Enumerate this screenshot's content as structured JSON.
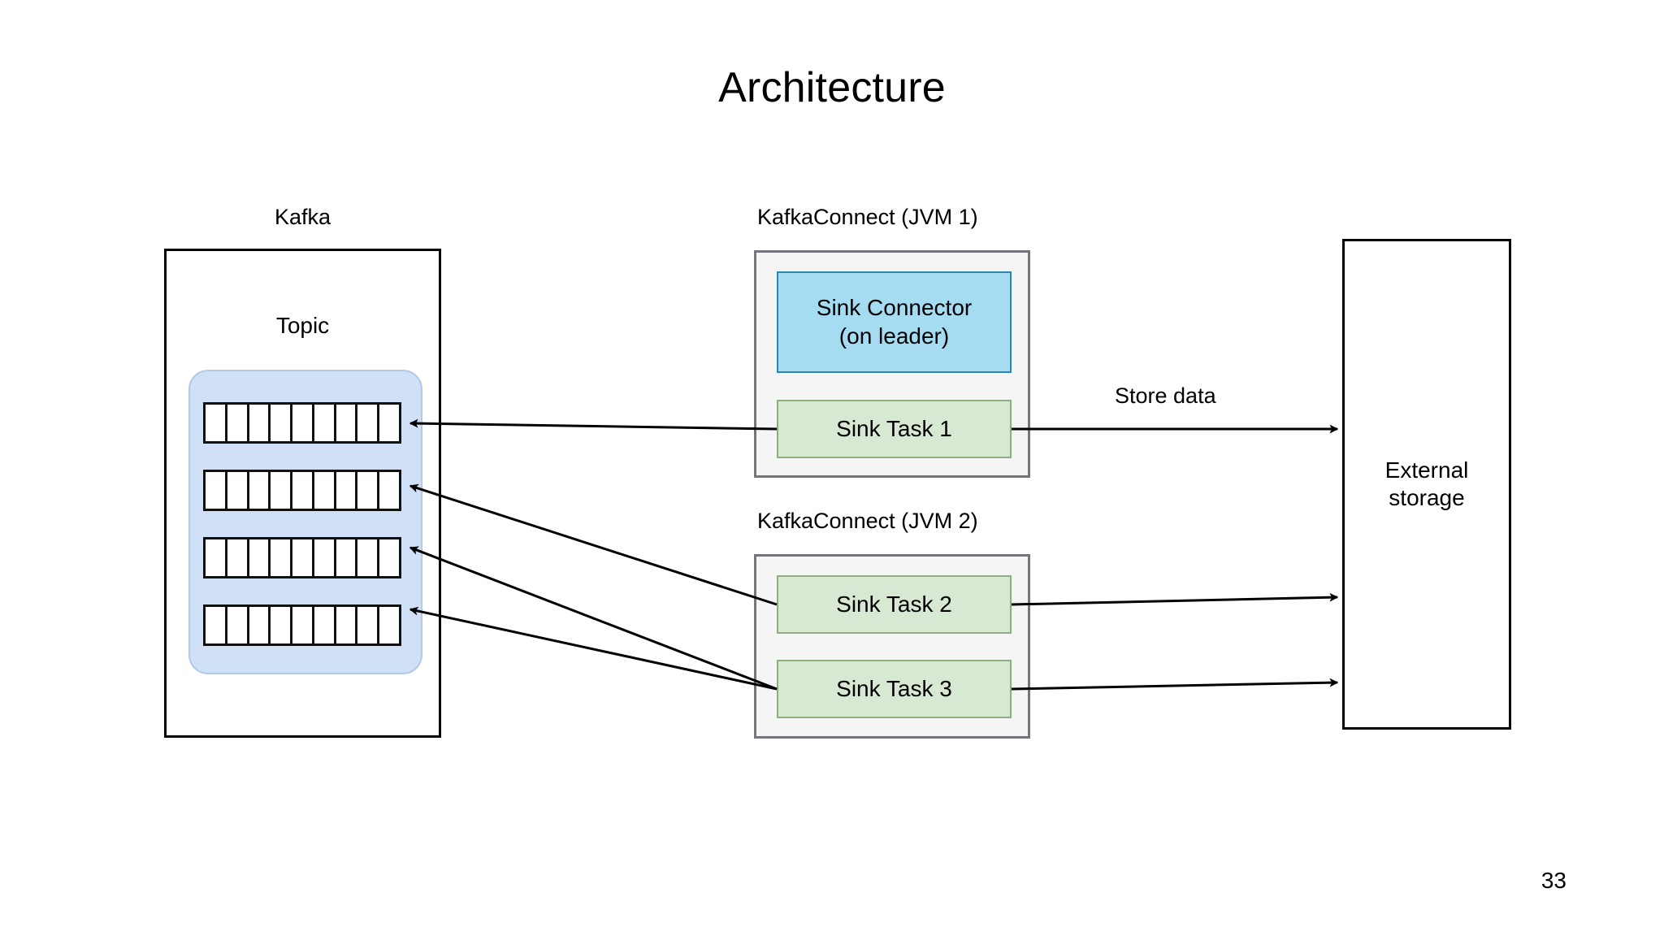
{
  "slide": {
    "title": "Architecture",
    "page_number": "33",
    "background_color": "#ffffff"
  },
  "kafka": {
    "caption": "Kafka",
    "topic_label": "Topic",
    "topic_fill": "#cfe0f7",
    "partition_count": 4,
    "cells_per_partition": 9,
    "partitions": [
      {
        "name": "partition-0"
      },
      {
        "name": "partition-1"
      },
      {
        "name": "partition-2"
      },
      {
        "name": "partition-3"
      }
    ]
  },
  "jvm1": {
    "caption": "KafkaConnect (JVM 1)",
    "container_fill": "#f5f5f5",
    "container_border": "#73777c",
    "connector": {
      "line1": "Sink Connector",
      "line2": "(on leader)",
      "fill": "#a6dcf2",
      "border": "#2a87b0"
    },
    "task": {
      "label": "Sink Task 1",
      "fill": "#d7e9d2",
      "border": "#8aae80"
    }
  },
  "jvm2": {
    "caption": "KafkaConnect (JVM 2)",
    "container_fill": "#f5f5f5",
    "container_border": "#73777c",
    "task2": {
      "label": "Sink Task 2",
      "fill": "#d7e9d2",
      "border": "#8aae80"
    },
    "task3": {
      "label": "Sink Task 3",
      "fill": "#d7e9d2",
      "border": "#8aae80"
    }
  },
  "storage": {
    "line1": "External",
    "line2": "storage"
  },
  "edges": {
    "store_data_label": "Store data",
    "consume": [
      {
        "from": "sink-task-1",
        "to": "partition-0"
      },
      {
        "from": "sink-task-2",
        "to": "partition-1"
      },
      {
        "from": "sink-task-3",
        "to": "partition-2"
      },
      {
        "from": "sink-task-3",
        "to": "partition-3"
      }
    ],
    "store": [
      {
        "from": "sink-task-1",
        "to": "external-storage"
      },
      {
        "from": "sink-task-2",
        "to": "external-storage"
      },
      {
        "from": "sink-task-3",
        "to": "external-storage"
      }
    ],
    "stroke_color": "#000000"
  }
}
